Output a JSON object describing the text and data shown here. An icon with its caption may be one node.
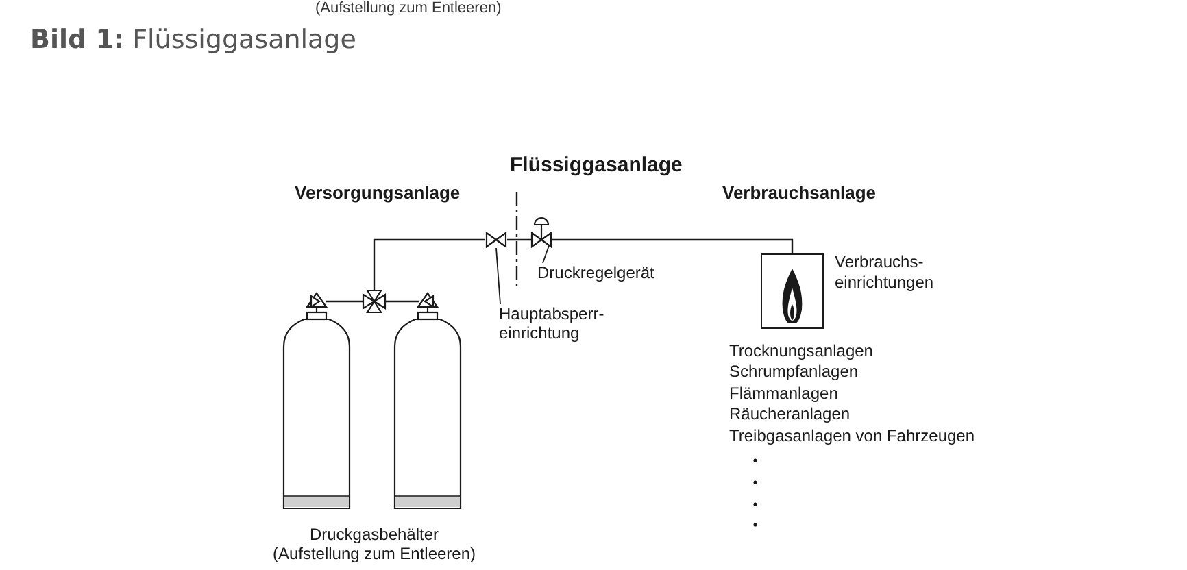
{
  "diagram": {
    "title": "**Bild 1:** Flüssiggasanlage",
    "nodes": [
      {
        "text": [],
        "shape": "cylinder"
      },
      {
        "text": [],
        "shape": "cylinder"
      },
      {
        "text": [],
        "shape": "valve"
      },
      {
        "text": [],
        "shape": "valve"
      },
      {
        "text": [
          "Hauptabsperr- einrichtung"
        ]
      },
      {
        "text": [],
        "shape": "valve"
      },
      {
        "text": [
          "Druckregelgerät"
        ]
      },
      {
        "text": [],
        "shape": "box",
        "beside": [
          "Verbrauchs- einrichtungen"
        ]
      }
    ],
    "edges": [
      {
        "from": 0,
        "to": 2,
        "arrow": "none"
      },
      {
        "from": 1,
        "to": 2,
        "arrow": "none"
      },
      {
        "from": 2,
        "to": 3,
        "arrow": "none"
      },
      {
        "from": 4,
        "to": 3,
        "arrow": "none"
      },
      {
        "from": 3,
        "to": 5,
        "arrow": "none"
      },
      {
        "from": 6,
        "to": 5,
        "arrow": "none"
      },
      {
        "from": 5,
        "to": 7,
        "arrow": "none"
      }
    ],
    "labels": [
      "(Aufstellung zum Entleeren)",
      "Flüssiggasanlage",
      "Versorgungsanlage",
      "Verbrauchsanlage",
      "Trocknungsanlagen",
      "Schrumpfanlagen",
      "Flämmanlagen",
      "Räucheranlagen",
      "Treibgasanlagen von Fahrzeugen",
      "Druckgasbehälter (Aufstellung zum Entleeren)"
    ]
  }
}
